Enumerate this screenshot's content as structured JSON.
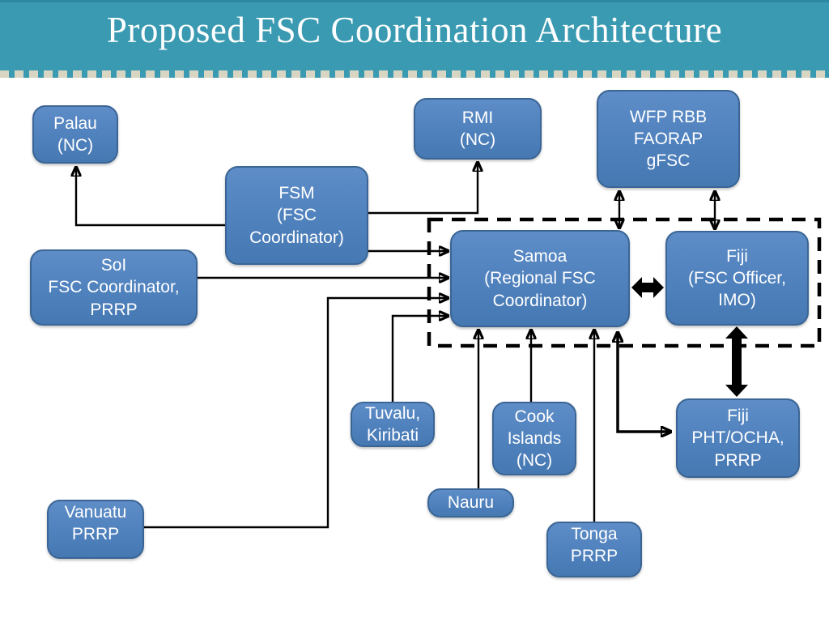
{
  "title": "Proposed FSC Coordination Architecture",
  "colors": {
    "header_teal": "#3A9AB2",
    "dash_beige": "#D9D5C3",
    "node_fill": "#4F81BD",
    "node_border": "#3A6595",
    "node_text": "#FFFFFF",
    "connector_black": "#000000"
  },
  "nodes": {
    "palau": {
      "label": "Palau\n(NC)"
    },
    "rmi": {
      "label": "RMI\n(NC)"
    },
    "wfp": {
      "label": "WFP RBB\nFAORAP\ngFSC"
    },
    "fsm": {
      "label": "FSM\n(FSC\nCoordinator)"
    },
    "soi": {
      "label": "SoI\nFSC Coordinator,\nPRRP"
    },
    "samoa": {
      "label": "Samoa\n(Regional  FSC\nCoordinator)"
    },
    "fiji": {
      "label": "Fiji\n(FSC Officer,\nIMO)"
    },
    "tuvalu": {
      "label": "Tuvalu,\nKiribati"
    },
    "cook": {
      "label": "Cook\nIslands\n(NC)"
    },
    "nauru": {
      "label": "Nauru"
    },
    "tonga": {
      "label": "Tonga\nPRRP"
    },
    "phtocha": {
      "label": "Fiji\nPHT/OCHA,\nPRRP"
    },
    "vanuatu": {
      "label": "Vanuatu\nPRRP"
    }
  },
  "edges": [
    {
      "from": "fsm",
      "to": "palau",
      "style": "single-arrow"
    },
    {
      "from": "fsm",
      "to": "rmi",
      "style": "single-arrow"
    },
    {
      "from": "fsm",
      "to": "samoa",
      "style": "single-arrow"
    },
    {
      "from": "soi",
      "to": "samoa",
      "style": "single-arrow"
    },
    {
      "from": "vanuatu",
      "to": "samoa",
      "style": "single-arrow"
    },
    {
      "from": "tuvalu",
      "to": "samoa",
      "style": "single-arrow"
    },
    {
      "from": "nauru",
      "to": "samoa",
      "style": "single-arrow"
    },
    {
      "from": "cook",
      "to": "samoa",
      "style": "single-arrow"
    },
    {
      "from": "tonga",
      "to": "samoa",
      "style": "single-arrow"
    },
    {
      "from": "wfp",
      "to": "samoa",
      "style": "double-arrow"
    },
    {
      "from": "wfp",
      "to": "fiji",
      "style": "double-arrow"
    },
    {
      "from": "samoa",
      "to": "fiji",
      "style": "thick-double-arrow"
    },
    {
      "from": "fiji",
      "to": "phtocha",
      "style": "thick-double-arrow"
    },
    {
      "from": "samoa",
      "to": "phtocha",
      "style": "double-arrow-elbow"
    }
  ],
  "groups": [
    {
      "members": [
        "samoa",
        "fiji"
      ],
      "style": "dashed-rectangle"
    }
  ]
}
